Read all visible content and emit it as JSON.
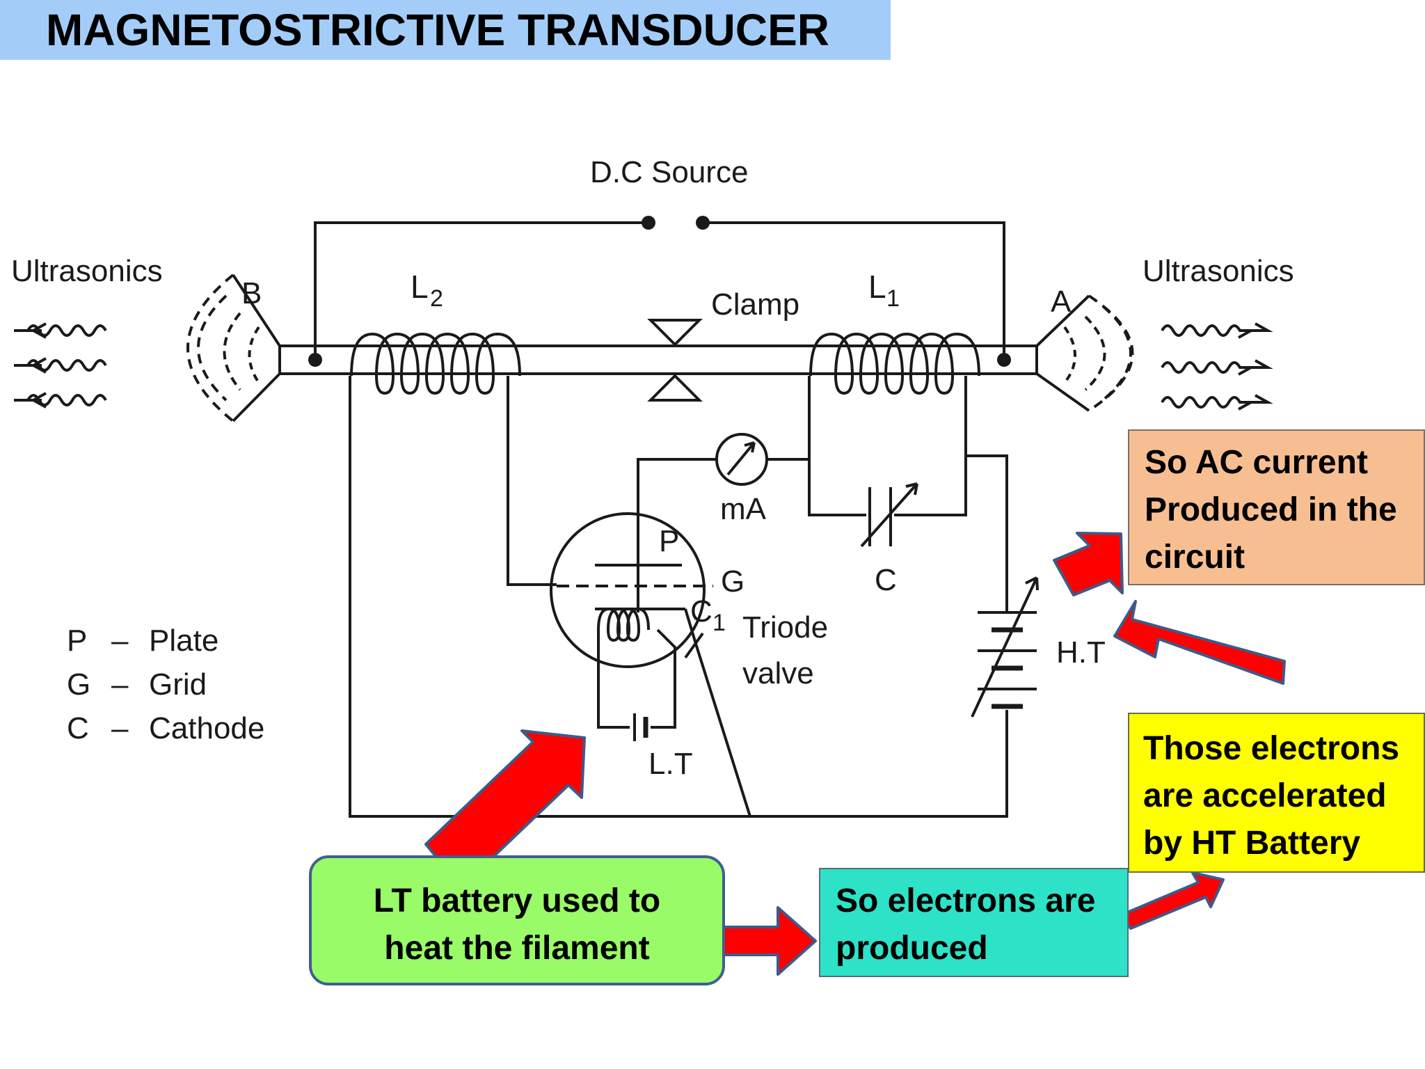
{
  "title": "MAGNETOSTRICTIVE TRANSDUCER",
  "diagram": {
    "dc_source": "D.C Source",
    "ultrasonics_left": "Ultrasonics",
    "ultrasonics_right": "Ultrasonics",
    "end_b": "B",
    "end_a": "A",
    "coil_l2": "L",
    "coil_l2_sub": "2",
    "coil_l1": "L",
    "coil_l1_sub": "1",
    "clamp": "Clamp",
    "meter": "mA",
    "plate": "P",
    "grid": "G",
    "cathode": "C",
    "cathode_sub": "1",
    "triode_line1": "Triode",
    "triode_line2": "valve",
    "capacitor": "C",
    "ht": "H.T",
    "lt": "L.T"
  },
  "legend": [
    {
      "key": "P",
      "dash": "–",
      "value": "Plate"
    },
    {
      "key": "G",
      "dash": "–",
      "value": "Grid"
    },
    {
      "key": "C",
      "dash": "–",
      "value": "Cathode"
    }
  ],
  "callouts": {
    "ac_current": [
      "So AC current",
      "Produced in the",
      "circuit"
    ],
    "lt_battery": [
      "LT battery used to",
      "heat the filament"
    ],
    "electrons": [
      "So electrons are",
      "produced"
    ],
    "accelerated": [
      "Those electrons",
      "are accelerated",
      "by HT Battery"
    ]
  },
  "colors": {
    "title_bar": "#a3cdf8",
    "arrow_fill": "#ff0000",
    "arrow_edge": "#3b5b8a"
  }
}
